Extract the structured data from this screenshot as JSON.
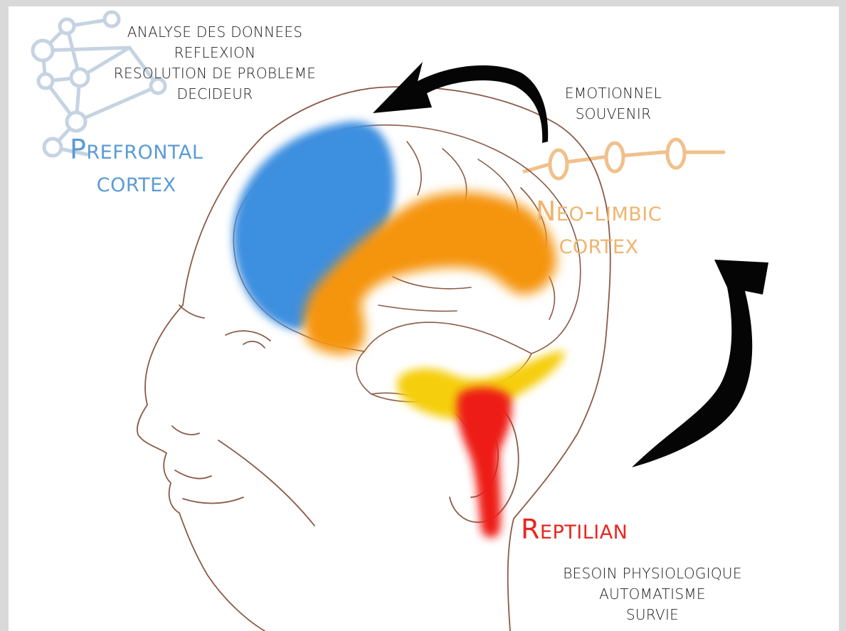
{
  "prefrontal": {
    "functions": [
      "ANALYSE DES DONNEES",
      "REFLEXION",
      "RESOLUTION DE PROBLEME",
      "DECIDEUR"
    ],
    "title_line1": "Prefrontal",
    "title_line2": "cortex",
    "color": "#3d8fe0"
  },
  "neo_limbic": {
    "functions": [
      "EMOTIONNEL",
      "SOUVENIR"
    ],
    "title_line1": "Neo-limbic",
    "title_line2": "cortex",
    "color": "#f5940c"
  },
  "reptilian": {
    "functions": [
      "BESOIN PHYSIOLOGIQUE",
      "AUTOMATISME",
      "SURVIE"
    ],
    "title": "Reptilian",
    "color": "#ee1d16"
  },
  "limbic_inner": {
    "color": "#f5cf10"
  },
  "icons": [
    "network-icon",
    "chain-icon",
    "arrow-icon"
  ]
}
